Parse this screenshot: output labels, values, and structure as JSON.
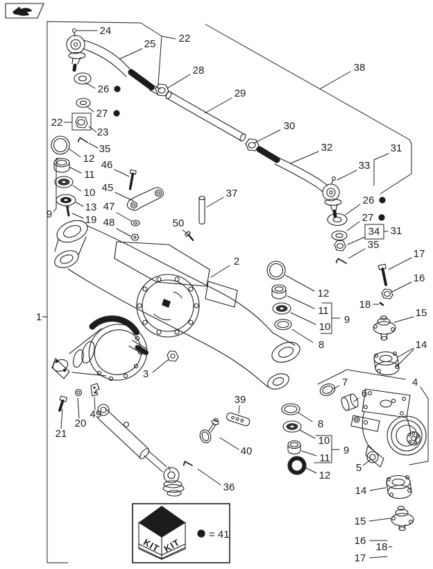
{
  "colors": {
    "ink": "#1c1c1c",
    "paper": "#ffffff"
  },
  "callouts": {
    "1": "1",
    "2": "2",
    "3": "3",
    "4": "4",
    "5": "5",
    "6": "6",
    "7": "7",
    "8": "8",
    "9": "9",
    "10": "10",
    "11": "11",
    "12": "12",
    "13": "13",
    "14": "14",
    "15": "15",
    "16": "16",
    "17": "17",
    "18": "18",
    "19": "19",
    "20": "20",
    "21": "21",
    "22": "22",
    "23": "23",
    "24": "24",
    "25": "25",
    "26": "26",
    "27": "27",
    "28": "28",
    "29": "29",
    "30": "30",
    "31": "31",
    "32": "32",
    "33": "33",
    "34": "34",
    "35": "35",
    "36": "36",
    "37": "37",
    "38": "38",
    "39": "39",
    "40": "40",
    "45": "45",
    "46": "46",
    "47": "47",
    "48": "48",
    "49": "49",
    "50": "50"
  },
  "kit": {
    "face_label": "KIT",
    "equals_label": "= 41"
  }
}
